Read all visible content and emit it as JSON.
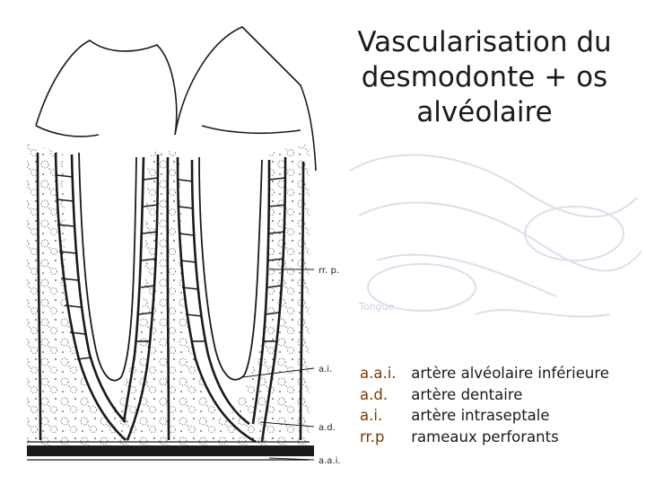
{
  "title_lines": [
    "Vascularisation du",
    "desmodonte + os",
    "alvéolaire"
  ],
  "diagram_labels": {
    "rr_p": "rr. p.",
    "a_i": "a.i.",
    "a_d": "a.d.",
    "a_a_i": "a.a.i."
  },
  "watermark_text": "Tongue",
  "legend": [
    {
      "abbr": "a.a.i.",
      "meaning": "artère alvéolaire inférieure"
    },
    {
      "abbr": "a.d.",
      "meaning": "artère dentaire"
    },
    {
      "abbr": "a.i.",
      "meaning": "artère intraseptale"
    },
    {
      "abbr": "rr.p",
      "meaning": "rameaux perforants"
    }
  ],
  "colors": {
    "ink": "#1a1a1a",
    "legend_abbr": "#7a3a00",
    "watermark": "#c9d4e6"
  }
}
